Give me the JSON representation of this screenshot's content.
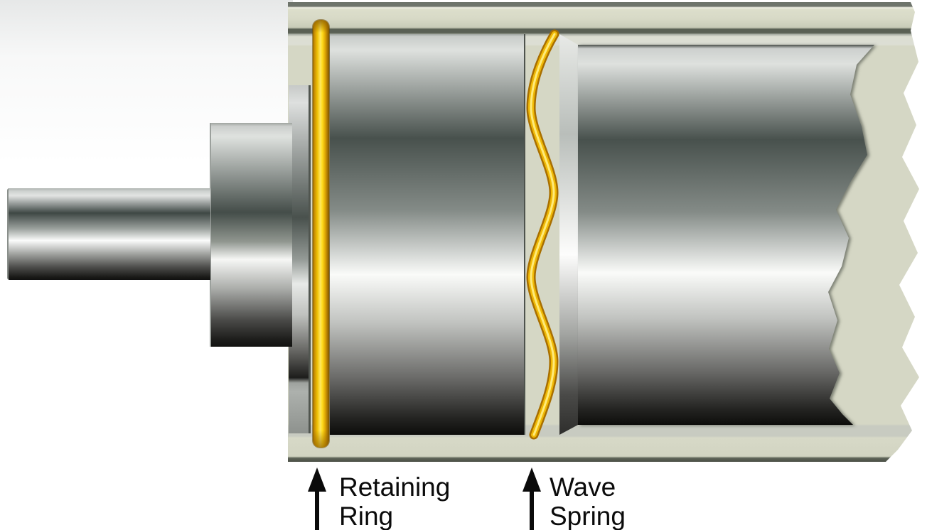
{
  "diagram": {
    "type": "technical-cutaway-illustration",
    "subject": "Shaft and bearing assembly retained in a housing by a retaining ring with a wave spring preload",
    "annotations": {
      "retaining": {
        "line1": "Retaining",
        "line2": "Ring",
        "arrow": "up"
      },
      "wave": {
        "line1": "Wave",
        "line2": "Spring",
        "arrow": "up"
      }
    },
    "parts": [
      "shaft",
      "shaft-collar",
      "housing-cross-section",
      "bore-spacer-strip",
      "retaining-ring",
      "left-bearing-cylinder",
      "wave-spring",
      "right-bearing-cylinder"
    ],
    "colors": {
      "housing_sage": "#D8DAC7",
      "housing_edge_dark": "#5A6054",
      "metal_dark_band": "#48514D",
      "metal_highlight": "#FAFBF9",
      "gold_bright": "#FFE760",
      "gold_mid": "#EFB806",
      "gold_dark": "#A86F00",
      "label_text": "#0B0B0B",
      "background": "#FFFFFF"
    }
  }
}
